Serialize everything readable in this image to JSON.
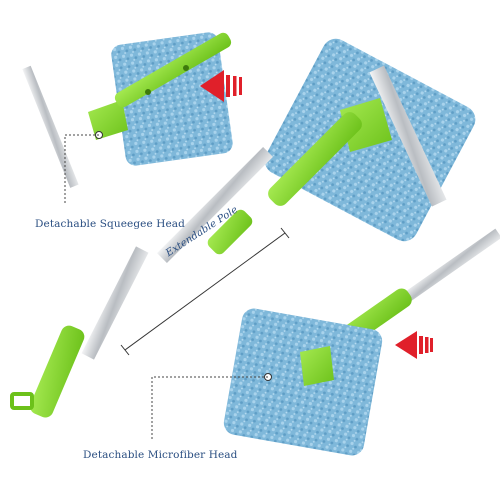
{
  "labels": {
    "squeegee_head": "Detachable Squeegee Head",
    "extendable_pole": "Extendable Pole",
    "microfiber_head": "Detachable Microfiber Head"
  },
  "colors": {
    "handle_green": "#7ed321",
    "pad_blue": "#7fb8da",
    "arrow_red": "#e0202a",
    "label_blue": "#2b4f82",
    "pole_silver": "#c9ccd0"
  }
}
